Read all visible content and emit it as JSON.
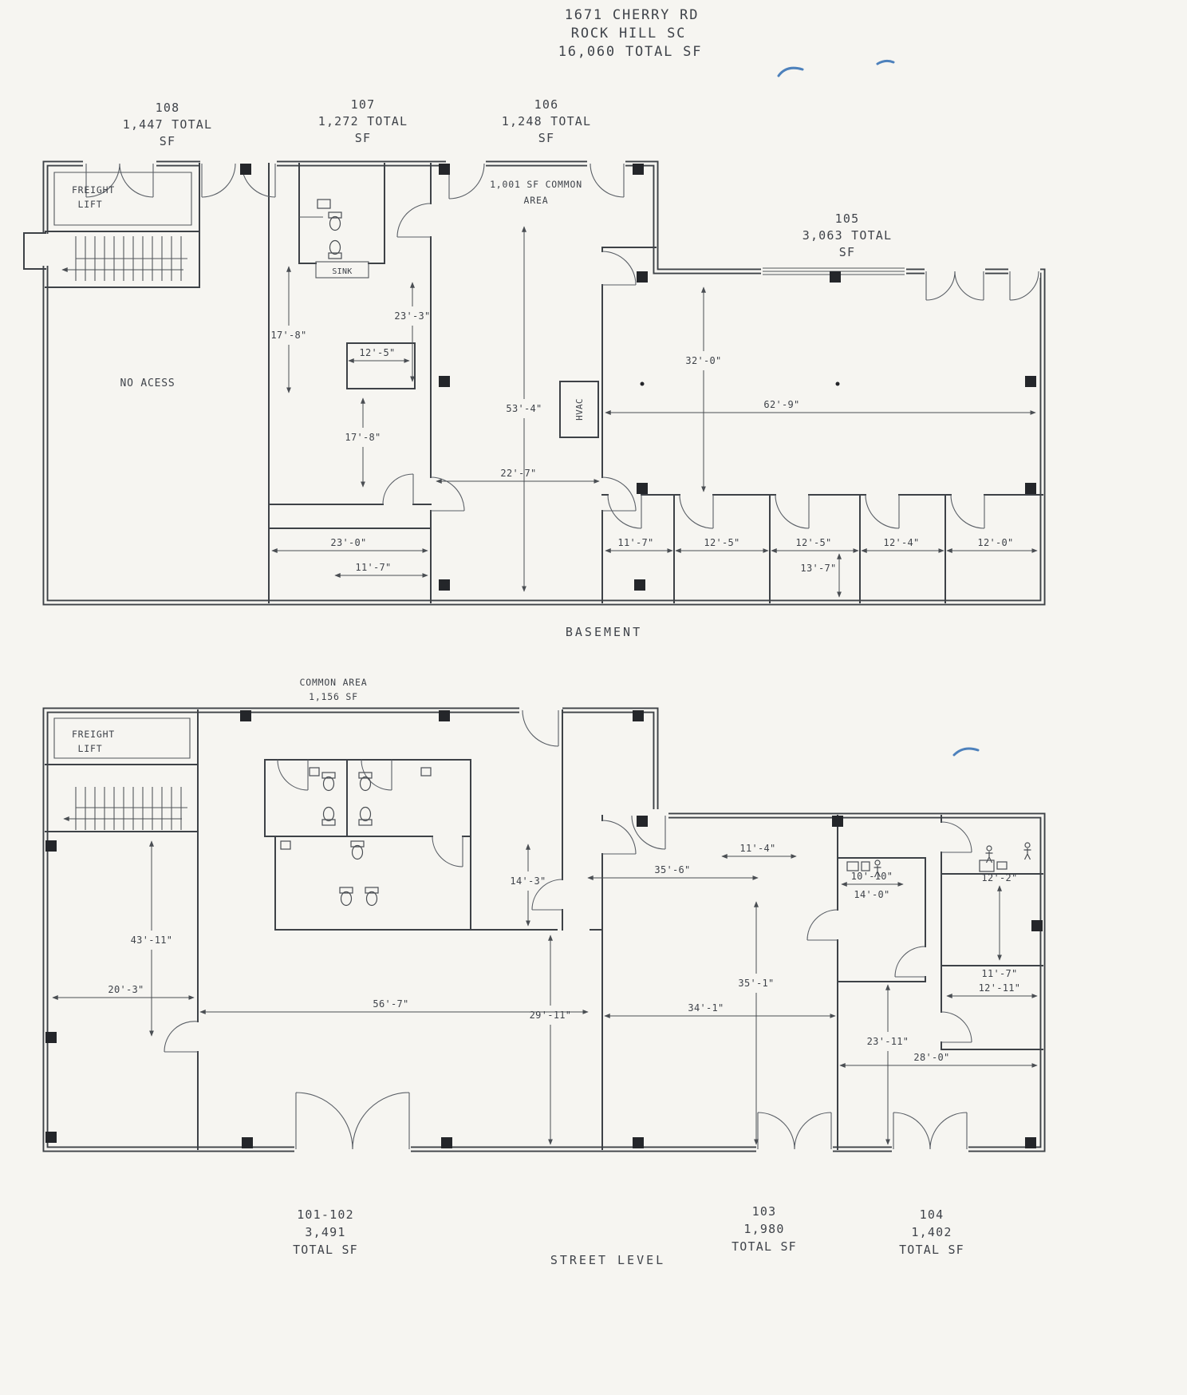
{
  "header": {
    "line1": "1671 CHERRY RD",
    "line2": "ROCK HILL SC",
    "line3": "16,060 TOTAL SF"
  },
  "colors": {
    "ink": "#3e4247",
    "background": "#f6f5f1",
    "pen_mark": "#2f6cb3"
  },
  "basement": {
    "title": "BASEMENT",
    "suite_108": {
      "number": "108",
      "area": "1,447 TOTAL",
      "unit": "SF"
    },
    "suite_107": {
      "number": "107",
      "area": "1,272 TOTAL",
      "unit": "SF"
    },
    "suite_106": {
      "number": "106",
      "area": "1,248 TOTAL",
      "unit": "SF"
    },
    "suite_105": {
      "number": "105",
      "area": "3,063 TOTAL",
      "unit": "SF"
    },
    "common_area": {
      "line1": "1,001 SF COMMON",
      "line2": "AREA"
    },
    "freight_lift": {
      "line1": "FREIGHT",
      "line2": "LIFT"
    },
    "no_access": "NO ACESS",
    "sink": "SINK",
    "hvac": "HVAC",
    "dims": {
      "d1": "17'-8\"",
      "d2": "23'-3\"",
      "d3": "12'-5\"",
      "d4": "17'-8\"",
      "d5": "53'-4\"",
      "d6": "22'-7\"",
      "d7": "32'-0\"",
      "d8": "62'-9\"",
      "d9": "23'-0\"",
      "d10": "11'-7\"",
      "d11": "11'-7\"",
      "d12": "12'-5\"",
      "d13": "12'-5\"",
      "d14": "13'-7\"",
      "d15": "12'-4\"",
      "d16": "12'-0\""
    }
  },
  "street": {
    "title": "STREET LEVEL",
    "common_area": {
      "line1": "COMMON AREA",
      "line2": "1,156 SF"
    },
    "freight_lift": {
      "line1": "FREIGHT",
      "line2": "LIFT"
    },
    "suite_101_102": {
      "number": "101-102",
      "area": "3,491",
      "unit": "TOTAL SF"
    },
    "suite_103": {
      "number": "103",
      "area": "1,980",
      "unit": "TOTAL SF"
    },
    "suite_104": {
      "number": "104",
      "area": "1,402",
      "unit": "TOTAL SF"
    },
    "dims": {
      "s1": "43'-11\"",
      "s2": "20'-3\"",
      "s3": "14'-3\"",
      "s4": "11'-4\"",
      "s5": "35'-6\"",
      "s6": "10'-10\"",
      "s7": "14'-0\"",
      "s8": "12'-2\"",
      "s9": "29'-11\"",
      "s10": "56'-7\"",
      "s11": "34'-1\"",
      "s12": "35'-1\"",
      "s13": "23'-11\"",
      "s14": "11'-7\"",
      "s15": "12'-11\"",
      "s16": "28'-0\""
    }
  }
}
